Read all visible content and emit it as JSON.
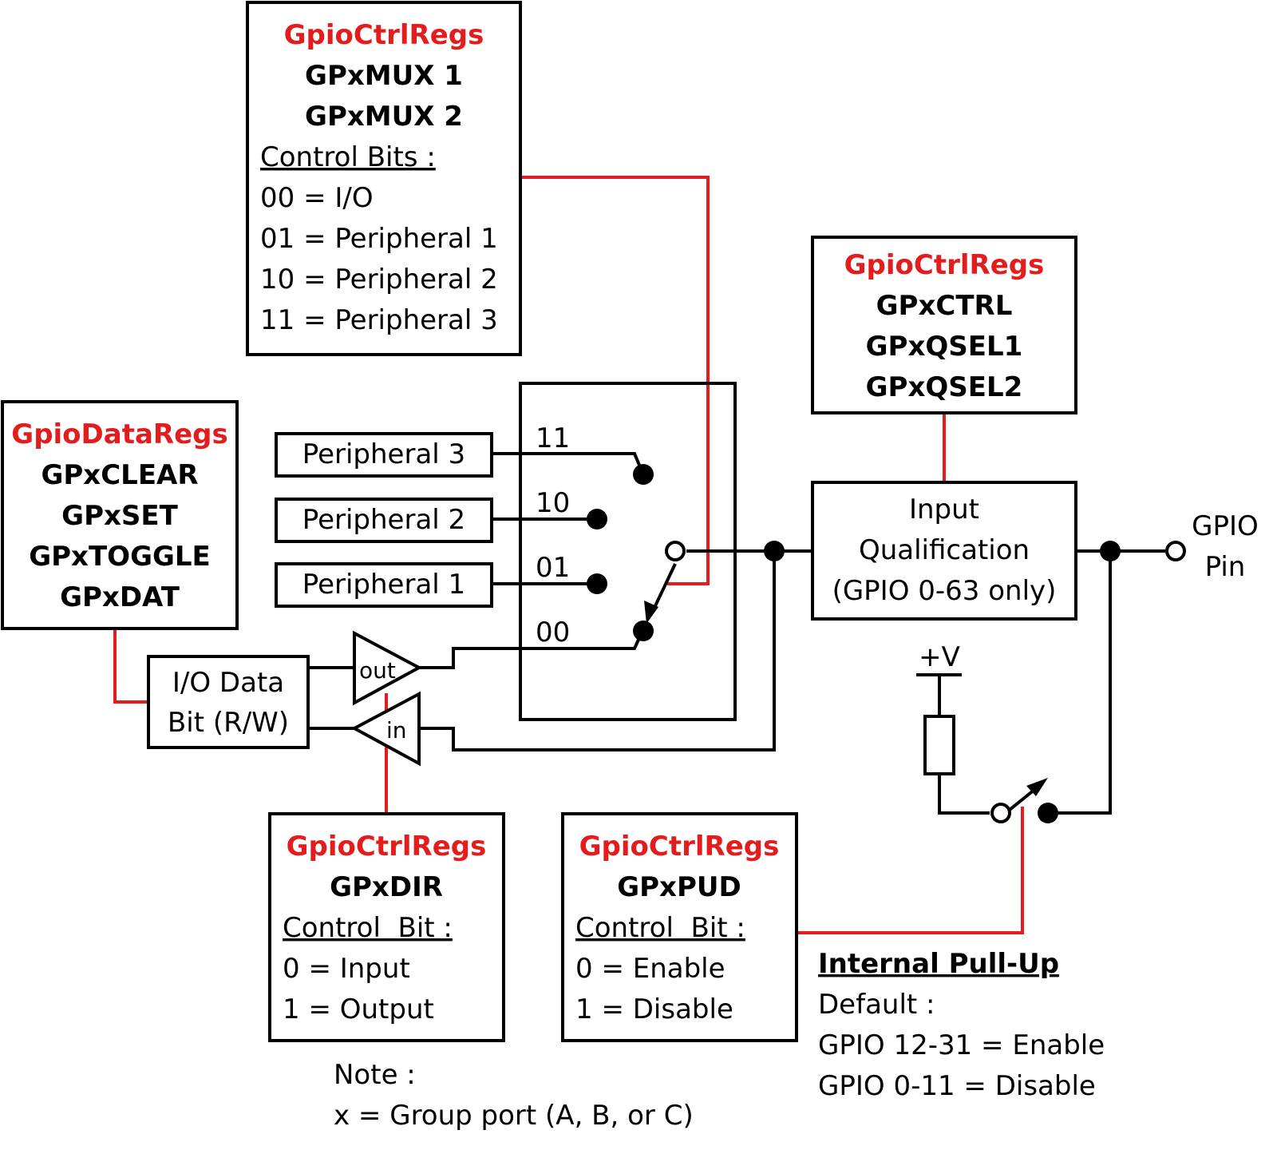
{
  "mux_regs_box": {
    "title": "GpioCtrlRegs",
    "regs": [
      "GPxMUX 1",
      "GPxMUX 2"
    ],
    "control_heading": "Control Bits :",
    "lines": [
      "00 = I/O",
      "01 = Peripheral 1",
      "10 = Peripheral 2",
      "11 = Peripheral 3"
    ]
  },
  "qual_regs_box": {
    "title": "GpioCtrlRegs",
    "regs": [
      "GPxCTRL",
      "GPxQSEL1",
      "GPxQSEL2"
    ]
  },
  "data_regs_box": {
    "title": "GpioDataRegs",
    "regs": [
      "GPxCLEAR",
      "GPxSET",
      "GPxTOGGLE",
      "GPxDAT"
    ]
  },
  "peripherals": [
    "Peripheral 3",
    "Peripheral 2",
    "Peripheral 1"
  ],
  "mux_codes": [
    "11",
    "10",
    "01",
    "00"
  ],
  "io_data_bit": [
    "I/O Data",
    "Bit (R/W)"
  ],
  "buffers": {
    "out": "out",
    "in": "in"
  },
  "input_qualification": [
    "Input",
    "Qualification",
    "(GPIO 0-63 only)"
  ],
  "gpio_pin": [
    "GPIO",
    "Pin"
  ],
  "supply": "+V",
  "dir_regs_box": {
    "title": "GpioCtrlRegs",
    "regs": [
      "GPxDIR"
    ],
    "control_heading": "Control  Bit :",
    "lines": [
      "0 = Input",
      "1 = Output"
    ]
  },
  "pud_regs_box": {
    "title": "GpioCtrlRegs",
    "regs": [
      "GPxPUD"
    ],
    "control_heading": "Control  Bit :",
    "lines": [
      "0 = Enable",
      "1 = Disable"
    ]
  },
  "pullup_note": {
    "heading": "Internal Pull-Up",
    "lines": [
      "Default :",
      "GPIO 12-31 = Enable",
      "GPIO 0-11 = Disable"
    ]
  },
  "group_note": {
    "lines": [
      "Note :",
      "x = Group port (A, B, or C)"
    ]
  },
  "colors": {
    "control_register": "#e31d1d",
    "wire": "#000000"
  }
}
